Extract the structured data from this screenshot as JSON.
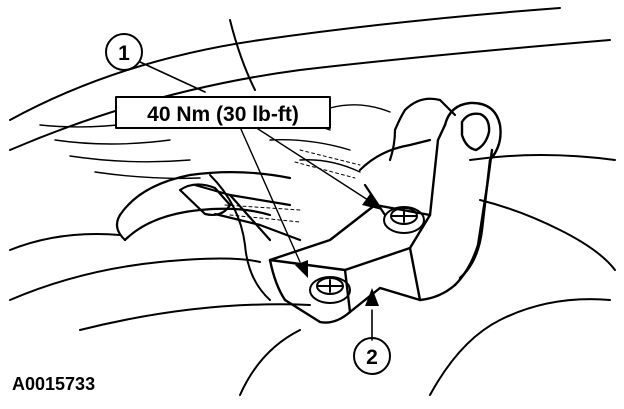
{
  "callouts": {
    "part_1": "1",
    "part_2": "2"
  },
  "torque_label": "40 Nm (30 lb-ft)",
  "figure_id": "A0015733",
  "colors": {
    "ink": "#000000",
    "paper": "#ffffff"
  }
}
